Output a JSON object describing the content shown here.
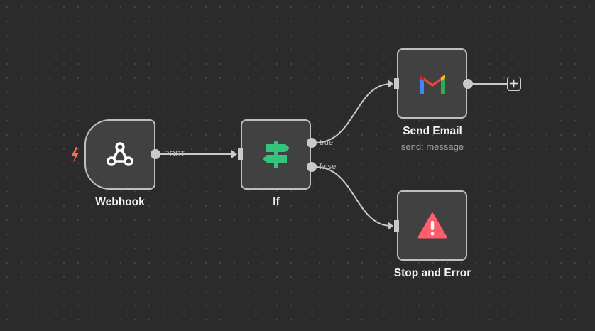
{
  "nodes": {
    "webhook": {
      "title": "Webhook",
      "icon": "webhook-icon",
      "trigger_icon": "lightning-bolt-icon"
    },
    "if": {
      "title": "If",
      "icon": "signpost-icon",
      "outputs": {
        "true_label": "true",
        "false_label": "false"
      }
    },
    "send_email": {
      "title": "Send Email",
      "subtitle": "send: message",
      "icon": "gmail-icon"
    },
    "stop_error": {
      "title": "Stop and Error",
      "icon": "warning-triangle-icon"
    }
  },
  "edges": {
    "webhook_to_if_label": "POST"
  },
  "colors": {
    "canvas": "#2b2b2c",
    "node_bg": "#414142",
    "node_border": "#bfbfc2",
    "trigger_bolt": "#ff6d5a",
    "if_icon": "#35c47c",
    "error_icon": "#ff5c6c"
  }
}
